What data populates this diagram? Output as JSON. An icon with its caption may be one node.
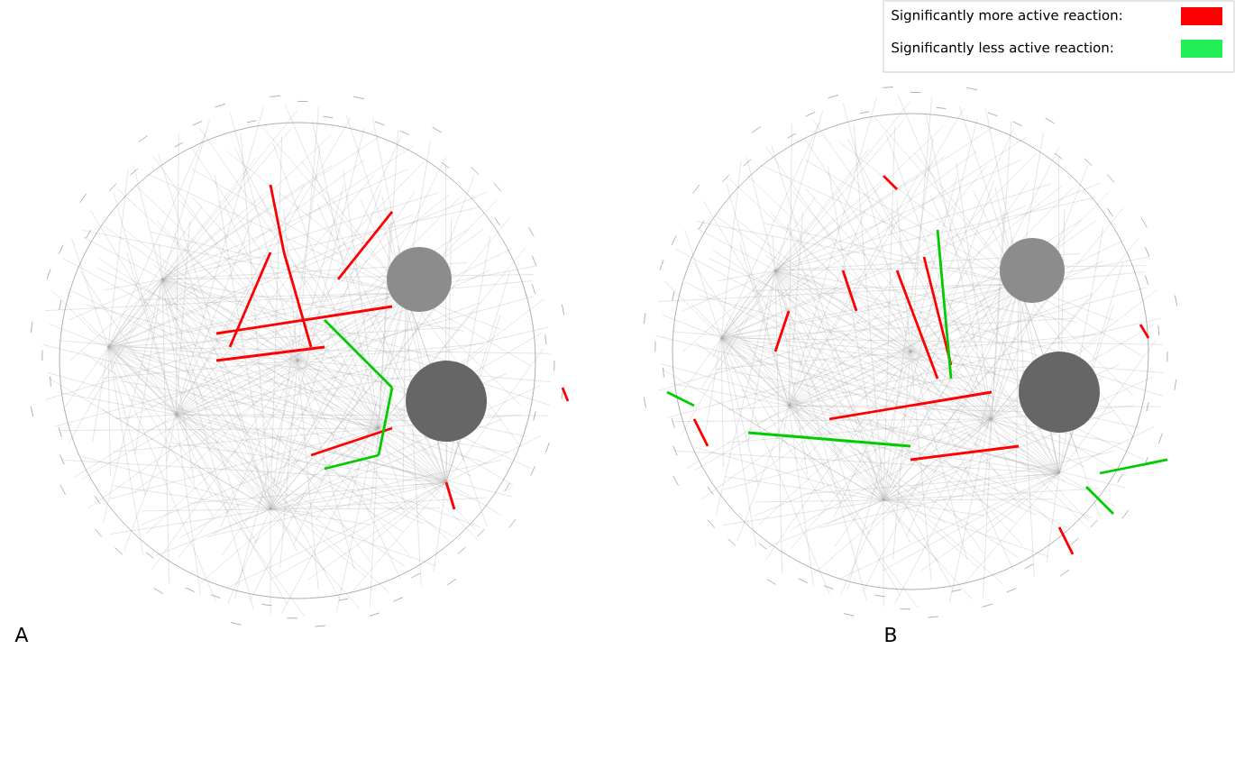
{
  "diagram": {
    "labels": [
      "A",
      "B"
    ],
    "legend": [
      {
        "text": "Significantly more active reaction:",
        "color": "#ff0000"
      },
      {
        "text": "Significantly less active reaction:",
        "color": "#22ee55"
      }
    ]
  }
}
